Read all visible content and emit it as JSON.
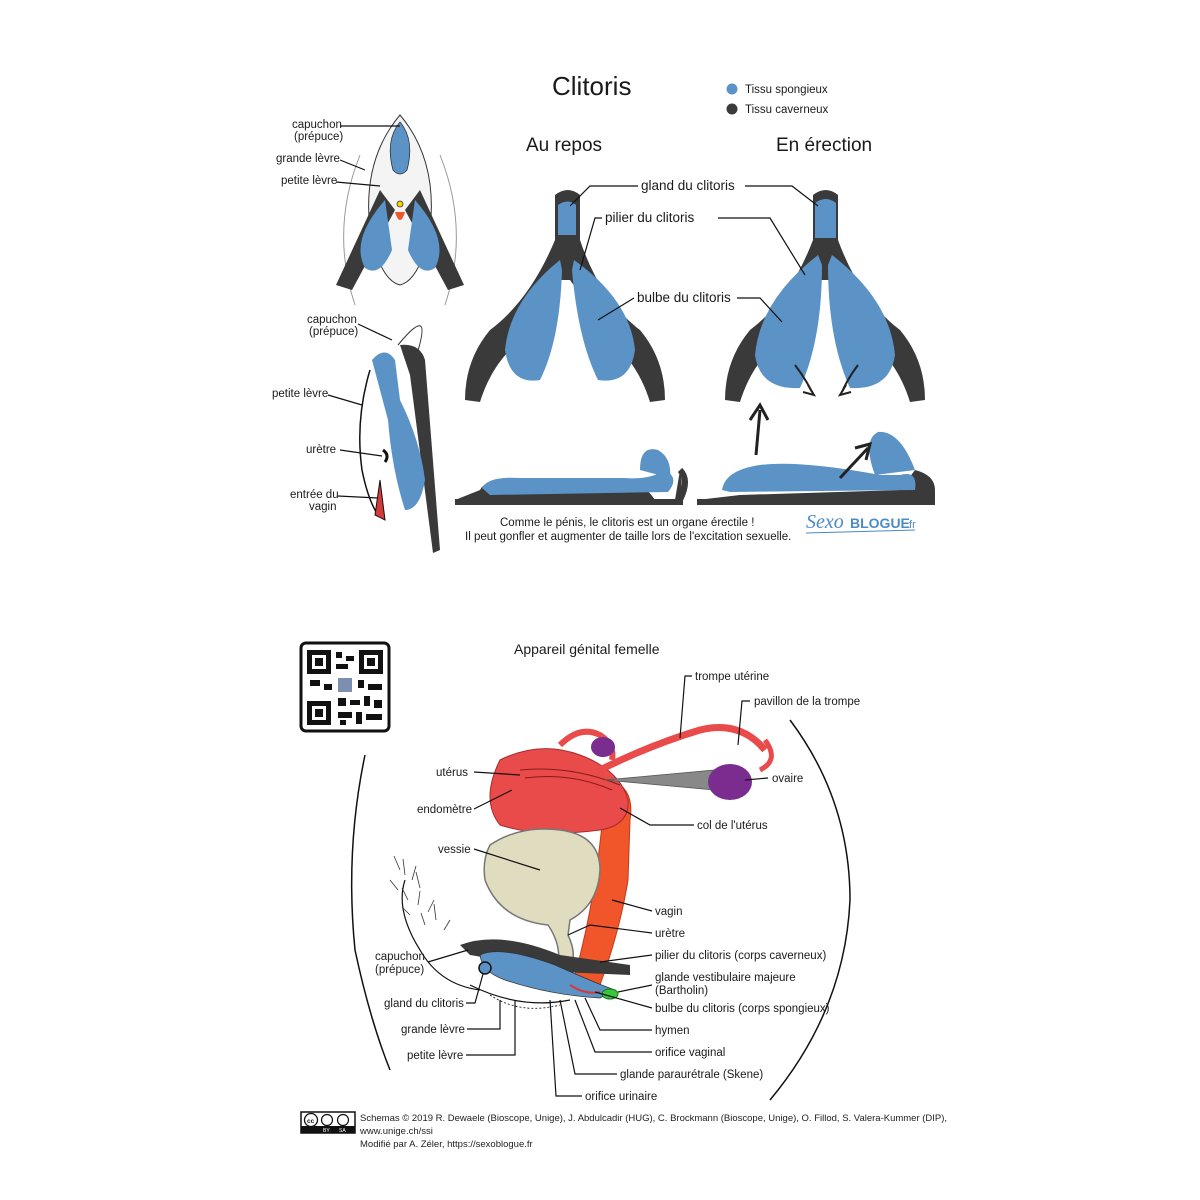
{
  "clitoris": {
    "title": "Clitoris",
    "legend": {
      "spongy": "Tissu spongieux",
      "cavernous": "Tissu caverneux"
    },
    "state_rest": "Au repos",
    "state_erect": "En érection",
    "labels": {
      "gland": "gland du clitoris",
      "pillar": "pilier du clitoris",
      "bulb": "bulbe du clitoris"
    },
    "front_labels": {
      "hood_line1": "capuchon",
      "hood_line2": "(prépuce)",
      "labia_majora": "grande lèvre",
      "labia_minora": "petite lèvre"
    },
    "side_labels": {
      "hood_line1": "capuchon",
      "hood_line2": "(prépuce)",
      "labia_minora": "petite lèvre",
      "urethra": "urètre",
      "vagina_line1": "entrée du",
      "vagina_line2": "vagin"
    },
    "caption_line1": "Comme le pénis, le clitoris est un organe érectile !",
    "caption_line2": "Il peut gonfler et augmenter de taille lors de l'excitation sexuelle.",
    "logo_part1": "Sexo",
    "logo_part2": "BLOGUE",
    "logo_part3": ".fr"
  },
  "genital": {
    "title": "Appareil génital femelle",
    "labels": {
      "fallopian_tube": "trompe utérine",
      "infundibulum": "pavillon de la trompe",
      "uterus": "utérus",
      "endometrium": "endomètre",
      "ovary": "ovaire",
      "cervix": "col de l'utérus",
      "bladder": "vessie",
      "vagina": "vagin",
      "urethra": "urètre",
      "clit_pillar": "pilier du clitoris (corps caverneux)",
      "bartholin_line1": "glande vestibulaire majeure",
      "bartholin_line2": "(Bartholin)",
      "clit_bulb": "bulbe du clitoris (corps spongieux)",
      "hood_line1": "capuchon",
      "hood_line2": "(prépuce)",
      "gland": "gland du clitoris",
      "labia_majora": "grande lèvre",
      "labia_minora": "petite lèvre",
      "hymen": "hymen",
      "vaginal_orifice": "orifice vaginal",
      "skene": "glande paraurétrale (Skene)",
      "urinary_orifice": "orifice urinaire"
    }
  },
  "credits": {
    "license_badge": [
      "cc",
      "BY",
      "SA"
    ],
    "line1": "Schemas © 2019 R. Dewaele (Bioscope, Unige), J. Abdulcadir (HUG), C. Brockmann (Bioscope, Unige), O. Fillod, S. Valera-Kummer (DIP), www.unige.ch/ssi",
    "line2": "Modifié par A. Zéler, https://sexoblogue.fr"
  },
  "colors": {
    "spongy": "#5b93c7",
    "cavernous": "#3a3a3a",
    "uterus": "#e94b4b",
    "vagina": "#f0562a",
    "ovary": "#7a2c8f",
    "bladder": "#e0dcc0",
    "bartholin": "#3cc63c",
    "logo": "#4a8cc4"
  },
  "icons": {
    "qr": "qr-code-icon",
    "license": "cc-by-sa-icon"
  }
}
